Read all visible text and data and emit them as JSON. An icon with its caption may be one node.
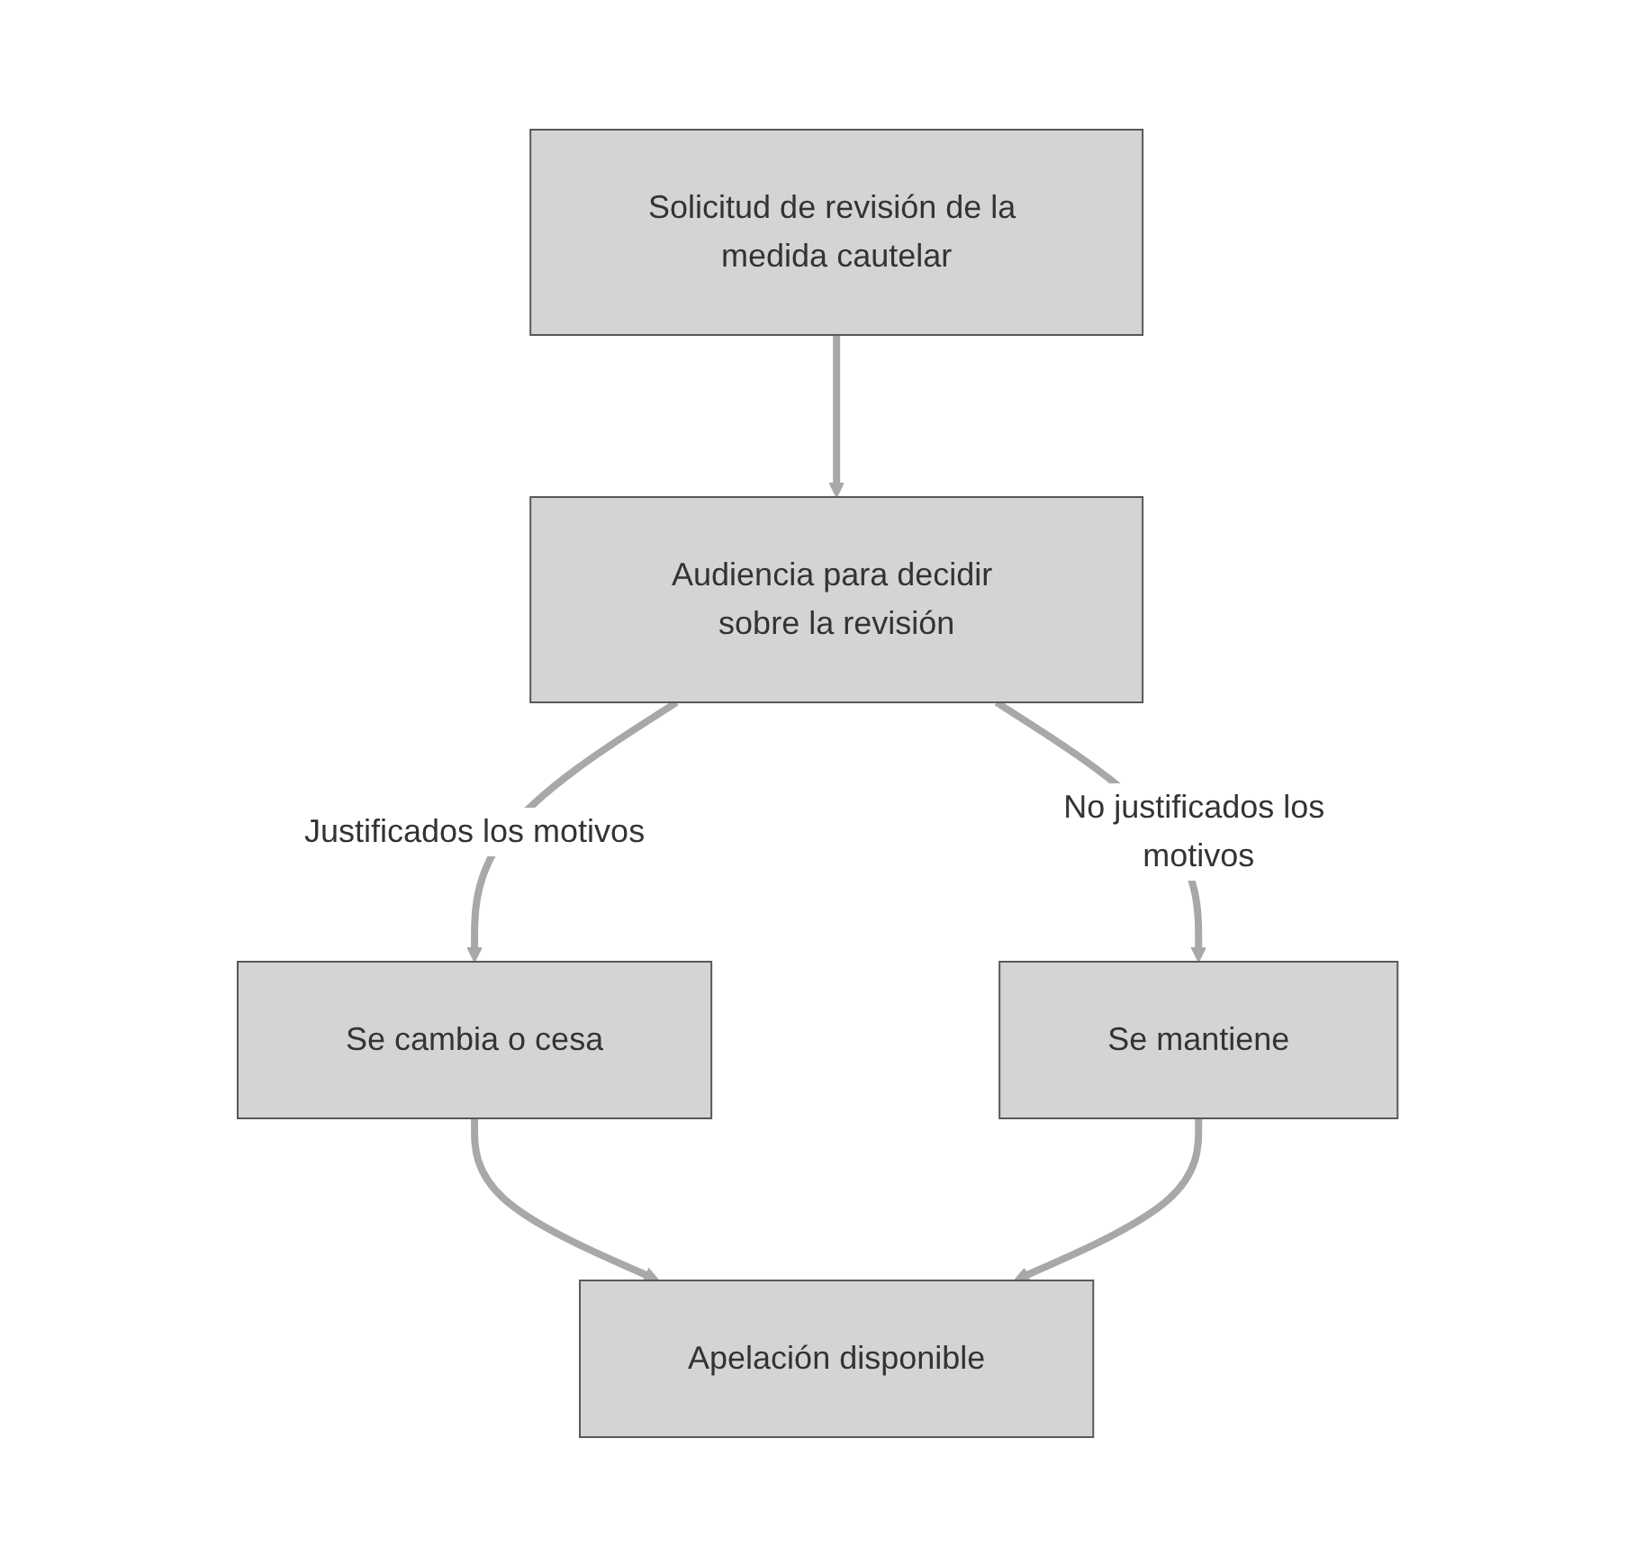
{
  "diagram": {
    "nodes": [
      {
        "text": [
          "Solicitud de revisión de la medida cautelar"
        ]
      },
      {
        "text": [
          "Audiencia para decidir sobre la revisión"
        ]
      },
      {
        "text": [
          "Se cambia o cesa"
        ]
      },
      {
        "text": [
          "Se mantiene"
        ]
      },
      {
        "text": [
          "Apelación disponible"
        ]
      }
    ],
    "edges": [
      {
        "from": 0,
        "to": 1,
        "arrow": "to"
      },
      {
        "from": 1,
        "to": 2,
        "arrow": "to",
        "label": "Justificados los motivos"
      },
      {
        "from": 1,
        "to": 3,
        "arrow": "to",
        "label": "No justificados los motivos"
      },
      {
        "from": 2,
        "to": 4,
        "arrow": "to"
      },
      {
        "from": 3,
        "to": 4,
        "arrow": "to"
      }
    ]
  }
}
